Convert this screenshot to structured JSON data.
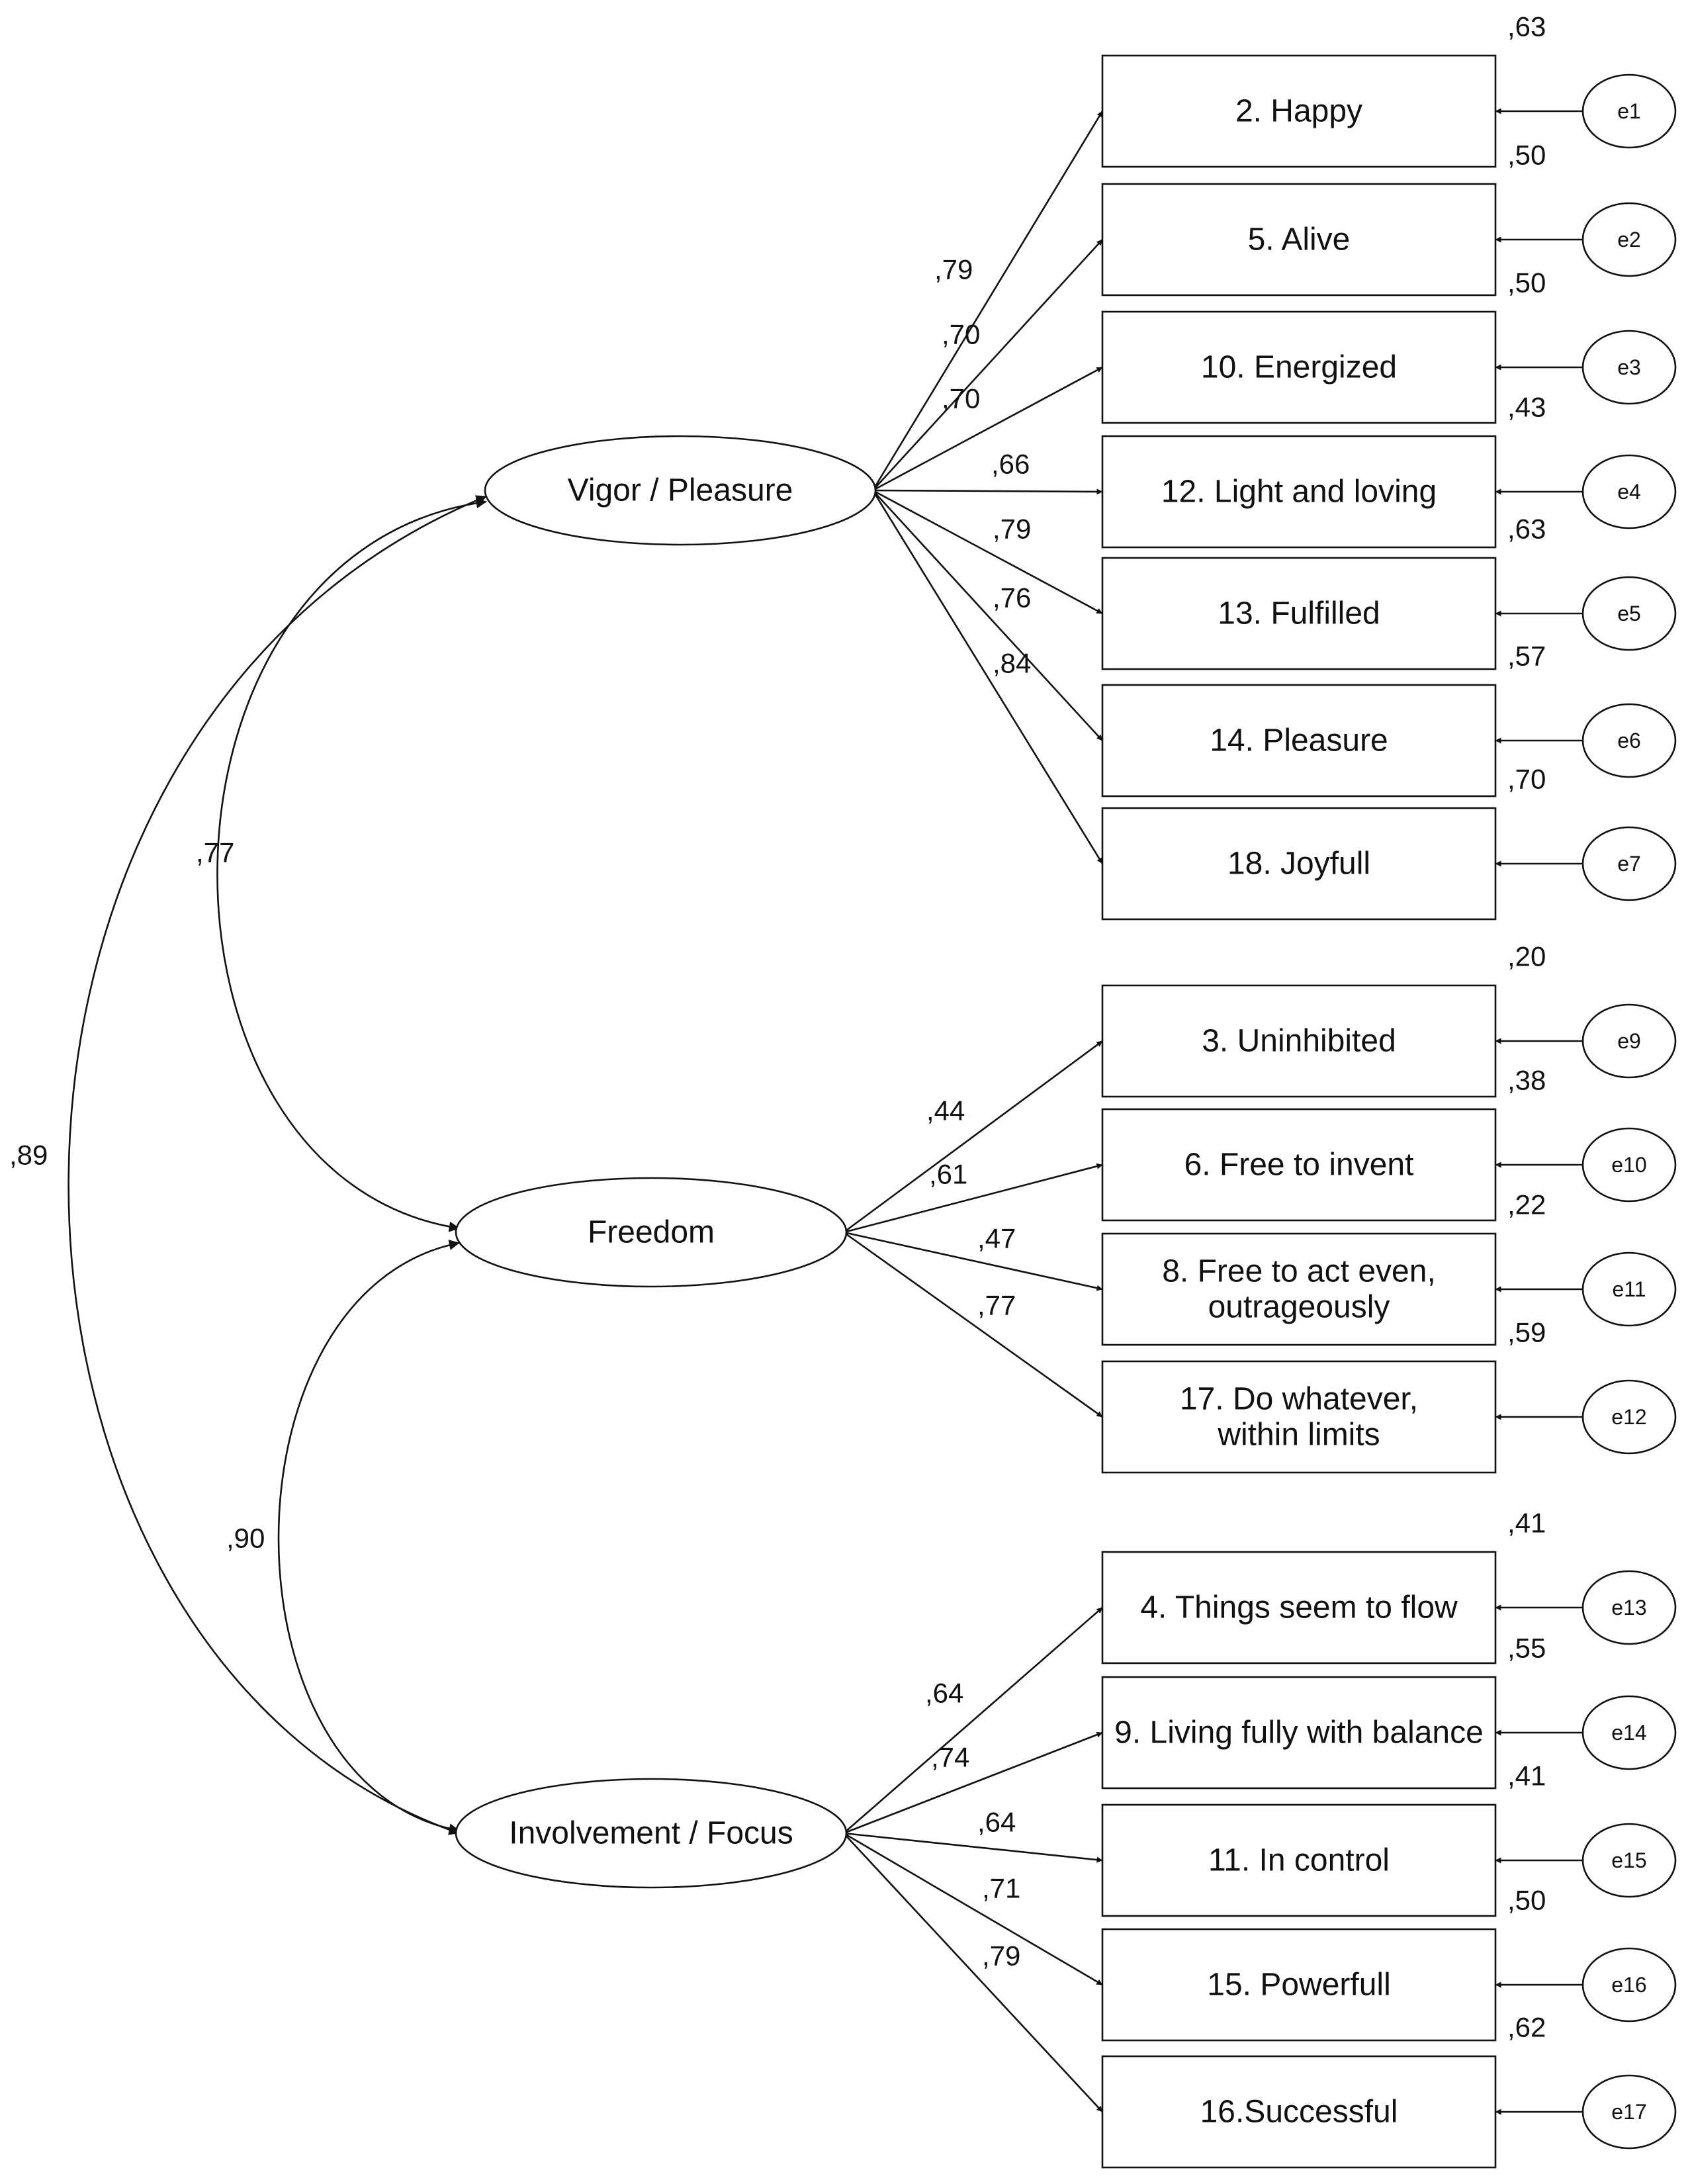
{
  "diagram": {
    "factors": [
      {
        "id": "vigor",
        "label": "Vigor / Pleasure",
        "indicators": [
          {
            "label": "2. Happy",
            "loading": ",79",
            "r2": ",63",
            "error": "e1"
          },
          {
            "label": "5. Alive",
            "loading": ",70",
            "r2": ",50",
            "error": "e2"
          },
          {
            "label": "10. Energized",
            "loading": ",70",
            "r2": ",50",
            "error": "e3"
          },
          {
            "label": "12. Light and loving",
            "loading": ",66",
            "r2": ",43",
            "error": "e4"
          },
          {
            "label": "13. Fulfilled",
            "loading": ",79",
            "r2": ",63",
            "error": "e5"
          },
          {
            "label": "14. Pleasure",
            "loading": ",76",
            "r2": ",57",
            "error": "e6"
          },
          {
            "label": "18. Joyfull",
            "loading": ",84",
            "r2": ",70",
            "error": "e7"
          }
        ]
      },
      {
        "id": "freedom",
        "label": "Freedom",
        "indicators": [
          {
            "label": "3. Uninhibited",
            "loading": ",44",
            "r2": ",20",
            "error": "e9"
          },
          {
            "label": "6. Free to invent",
            "loading": ",61",
            "r2": ",38",
            "error": "e10"
          },
          {
            "label": "8. Free to act even, outrageously",
            "lines": [
              "8. Free to act even,",
              "outrageously"
            ],
            "loading": ",47",
            "r2": ",22",
            "error": "e11"
          },
          {
            "label": "17. Do whatever, within limits",
            "lines": [
              "17. Do whatever,",
              "within limits"
            ],
            "loading": ",77",
            "r2": ",59",
            "error": "e12"
          }
        ]
      },
      {
        "id": "involvement",
        "label": "Involvement / Focus",
        "indicators": [
          {
            "label": "4. Things seem to flow",
            "loading": ",64",
            "r2": ",41",
            "error": "e13"
          },
          {
            "label": "9. Living fully with balance",
            "loading": ",74",
            "r2": ",55",
            "error": "e14"
          },
          {
            "label": "11. In control",
            "loading": ",64",
            "r2": ",41",
            "error": "e15"
          },
          {
            "label": "15. Powerfull",
            "loading": ",71",
            "r2": ",50",
            "error": "e16"
          },
          {
            "label": "16.Successful",
            "loading": ",79",
            "r2": ",62",
            "error": "e17"
          }
        ]
      }
    ],
    "correlations": [
      {
        "from": "vigor",
        "to": "freedom",
        "value": ",77"
      },
      {
        "from": "freedom",
        "to": "involvement",
        "value": ",90"
      },
      {
        "from": "vigor",
        "to": "involvement",
        "value": ",89"
      }
    ]
  }
}
